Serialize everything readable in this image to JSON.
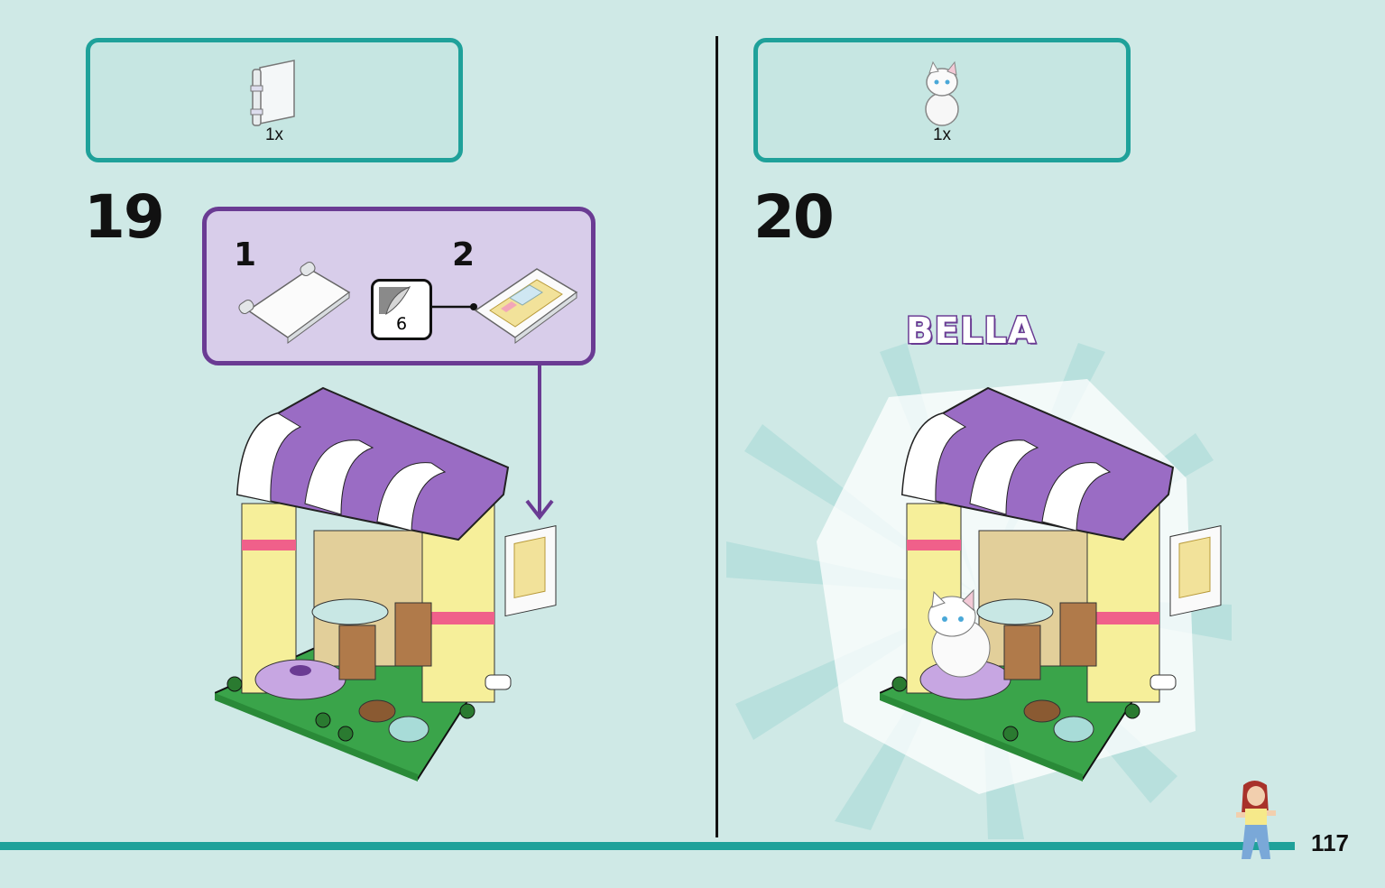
{
  "steps": [
    {
      "number": "19",
      "parts_qty": "1x"
    },
    {
      "number": "20",
      "parts_qty": "1x"
    }
  ],
  "substeps": {
    "one": "1",
    "two": "2",
    "sticker_number": "6"
  },
  "callout_name": "BELLA",
  "page_number": "117",
  "colors": {
    "accent": "#1fa19a",
    "background": "#cfe9e6",
    "substep_border": "#6a3b93",
    "awning_purple": "#9a6cc4"
  }
}
